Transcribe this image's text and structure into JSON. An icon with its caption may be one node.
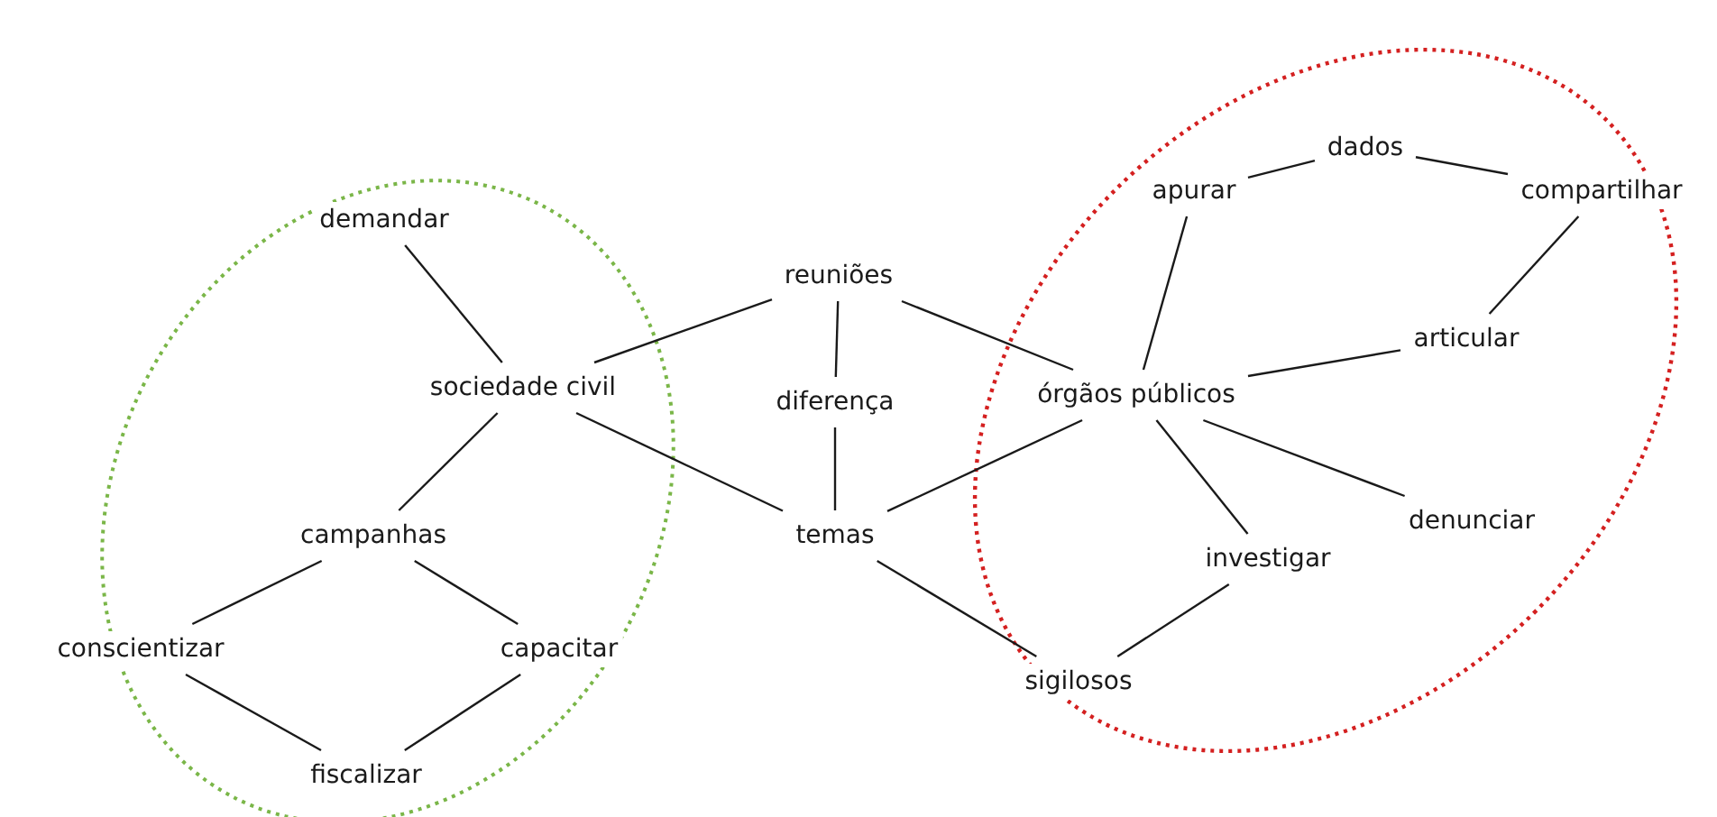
{
  "diagram": {
    "nodes": [
      {
        "text": [
          "demandar"
        ]
      },
      {
        "text": [
          "sociedade civil"
        ]
      },
      {
        "text": [
          "campanhas"
        ]
      },
      {
        "text": [
          "conscientizar"
        ]
      },
      {
        "text": [
          "capacitar"
        ]
      },
      {
        "text": [
          "fiscalizar"
        ]
      },
      {
        "text": [
          "reuniões"
        ]
      },
      {
        "text": [
          "diferença"
        ]
      },
      {
        "text": [
          "temas"
        ]
      },
      {
        "text": [
          "dados"
        ]
      },
      {
        "text": [
          "apurar"
        ]
      },
      {
        "text": [
          "compartilhar"
        ]
      },
      {
        "text": [
          "articular"
        ]
      },
      {
        "text": [
          "órgãos públicos"
        ]
      },
      {
        "text": [
          "investigar"
        ]
      },
      {
        "text": [
          "denunciar"
        ]
      },
      {
        "text": [
          "sigilosos"
        ]
      }
    ],
    "edges": [
      {
        "from": 0,
        "to": 1,
        "arrow": "none"
      },
      {
        "from": 6,
        "to": 1,
        "arrow": "none"
      },
      {
        "from": 1,
        "to": 2,
        "arrow": "none"
      },
      {
        "from": 1,
        "to": 8,
        "arrow": "none"
      },
      {
        "from": 2,
        "to": 3,
        "arrow": "none"
      },
      {
        "from": 2,
        "to": 4,
        "arrow": "none"
      },
      {
        "from": 3,
        "to": 5,
        "arrow": "none"
      },
      {
        "from": 4,
        "to": 5,
        "arrow": "none"
      },
      {
        "from": 6,
        "to": 7,
        "arrow": "none"
      },
      {
        "from": 7,
        "to": 8,
        "arrow": "none"
      },
      {
        "from": 6,
        "to": 13,
        "arrow": "none"
      },
      {
        "from": 8,
        "to": 13,
        "arrow": "none"
      },
      {
        "from": 8,
        "to": 16,
        "arrow": "none"
      },
      {
        "from": 14,
        "to": 16,
        "arrow": "none"
      },
      {
        "from": 13,
        "to": 14,
        "arrow": "none"
      },
      {
        "from": 13,
        "to": 15,
        "arrow": "none"
      },
      {
        "from": 13,
        "to": 12,
        "arrow": "none"
      },
      {
        "from": 13,
        "to": 10,
        "arrow": "none"
      },
      {
        "from": 10,
        "to": 9,
        "arrow": "none"
      },
      {
        "from": 9,
        "to": 11,
        "arrow": "none"
      },
      {
        "from": 11,
        "to": 12,
        "arrow": "none"
      }
    ]
  }
}
